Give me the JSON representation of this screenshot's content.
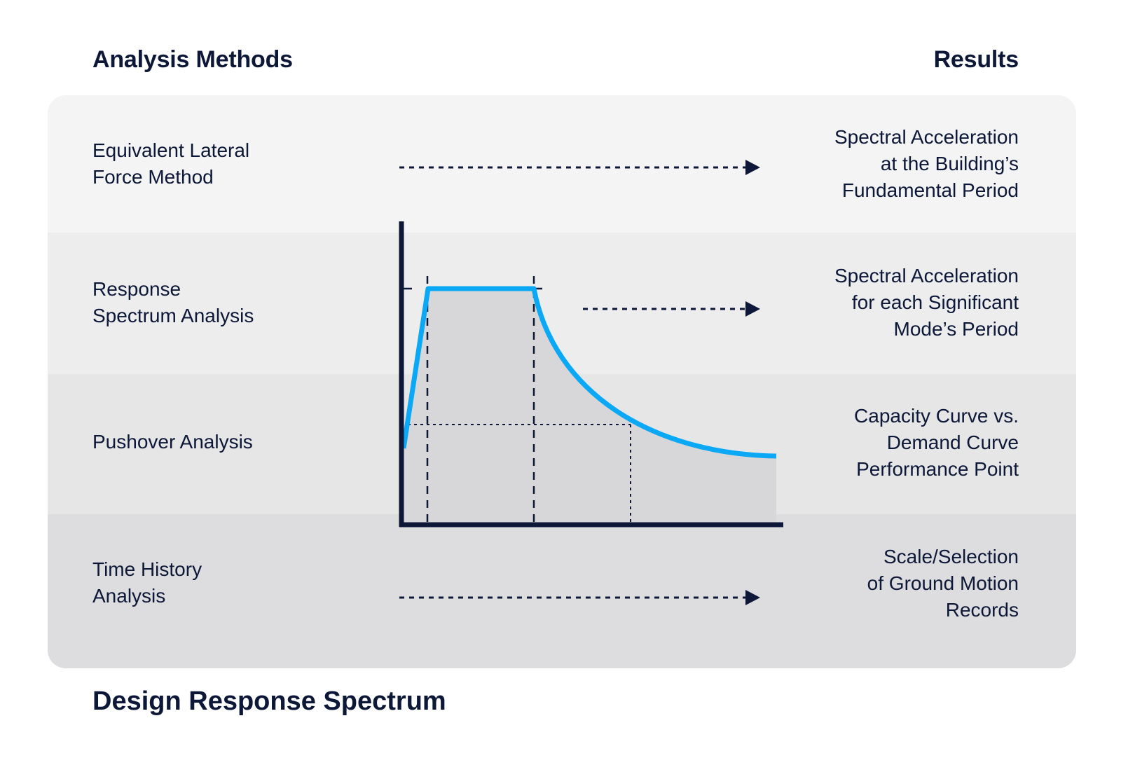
{
  "headers": {
    "left": "Analysis Methods",
    "right": "Results"
  },
  "rows": [
    {
      "method": "Equivalent Lateral\nForce Method",
      "result": "Spectral Acceleration\nat the Building’s\nFundamental Period",
      "band_color": "#f4f4f5"
    },
    {
      "method": "Response\nSpectrum Analysis",
      "result": "Spectral Acceleration\nfor each Significant\nMode’s Period",
      "band_color": "#ededee"
    },
    {
      "method": "Pushover Analysis",
      "result": "Capacity Curve vs.\nDemand Curve\nPerformance Point",
      "band_color": "#e6e6e7"
    },
    {
      "method": "Time History\nAnalysis",
      "result": "Scale/Selection\nof Ground Motion\nRecords",
      "band_color": "#dddddf"
    }
  ],
  "footer_title": "Design Response Spectrum",
  "colors": {
    "navy": "#0d1838",
    "curve": "#0aa8f5",
    "spectrum_fill": "#d7d7d9"
  }
}
